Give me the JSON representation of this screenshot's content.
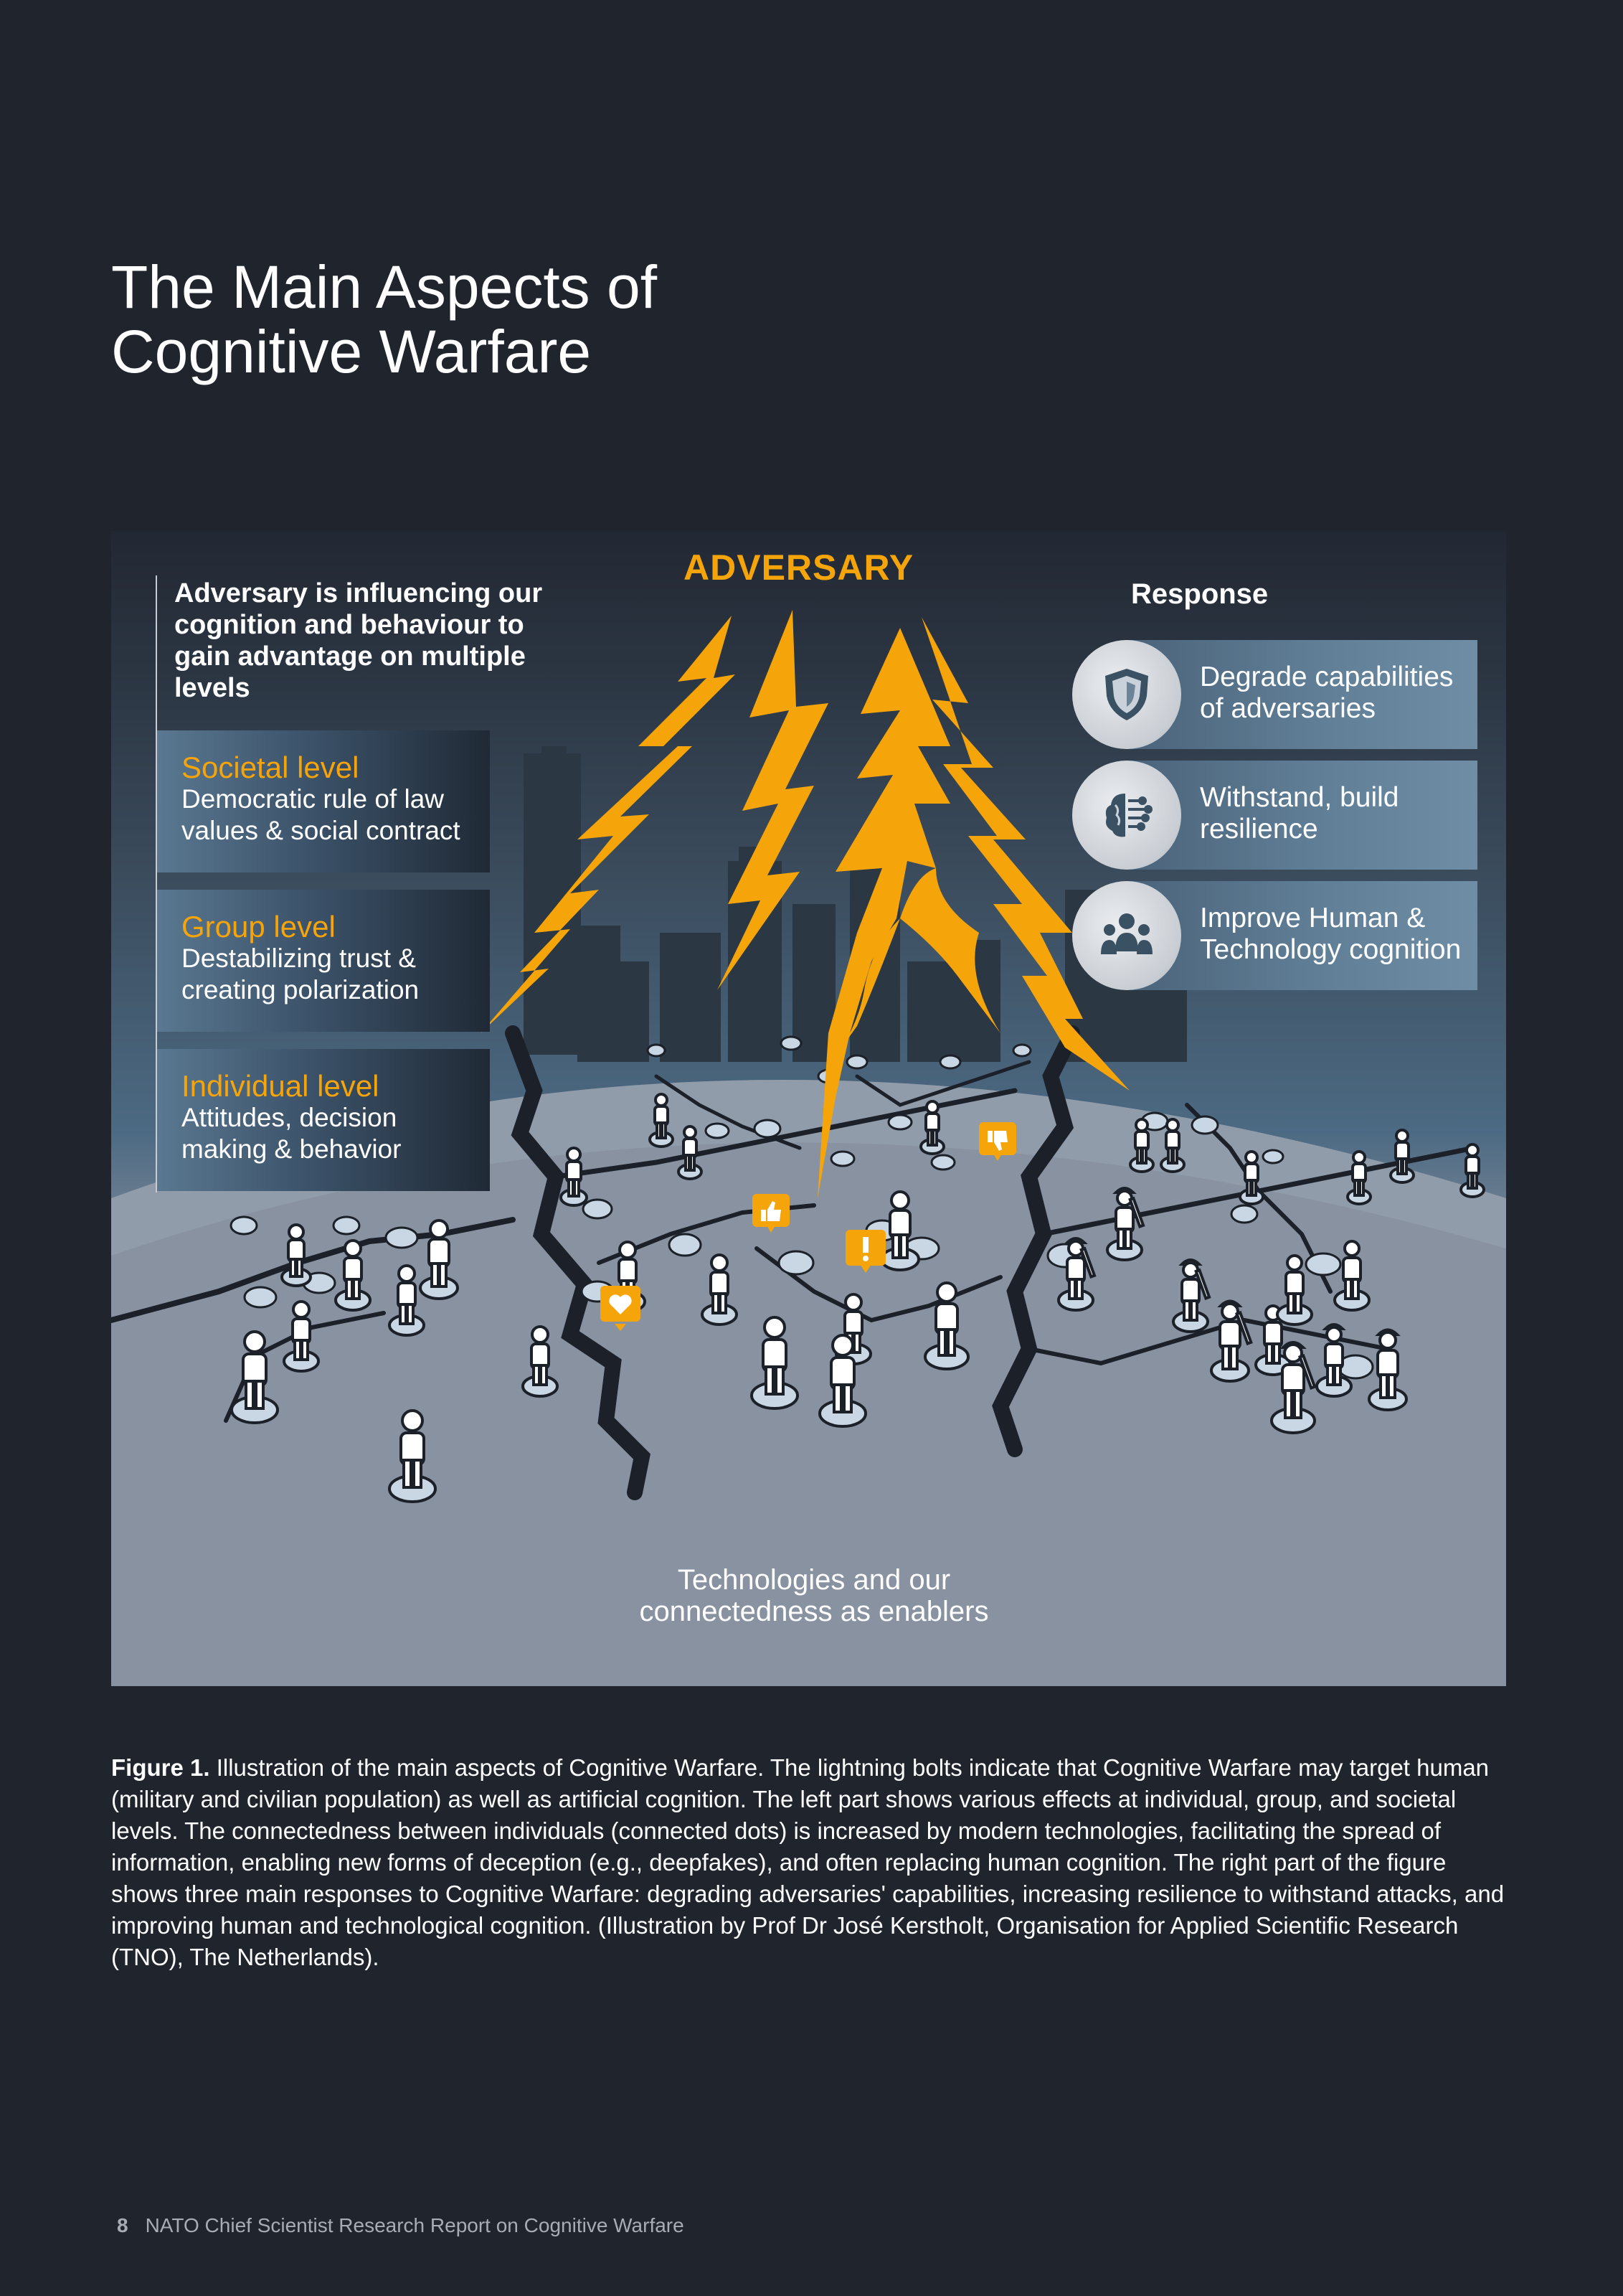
{
  "page": {
    "title": "The Main Aspects of\nCognitive Warfare"
  },
  "figure": {
    "adversary_label": "ADVERSARY",
    "intro_text": "Adversary is influencing our cognition and behaviour to gain advantage on multiple levels",
    "levels": [
      {
        "title": "Societal level",
        "description": "Democratic rule of law\nvalues & social contract"
      },
      {
        "title": "Group level",
        "description": "Destabilizing trust &\ncreating polarization"
      },
      {
        "title": "Individual level",
        "description": "Attitudes, decision\nmaking & behavior"
      }
    ],
    "response_heading": "Response",
    "responses": [
      {
        "icon": "shield-icon",
        "label": "Degrade capabilities\nof adversaries"
      },
      {
        "icon": "brain-circuit-icon",
        "label": "Withstand, build\nresilience"
      },
      {
        "icon": "people-group-icon",
        "label": "Improve Human &\nTechnology cognition"
      }
    ],
    "enablers_label": "Technologies and our\nconnectedness as enablers",
    "colors": {
      "accent_orange": "#f5a40a",
      "background": "#1f242d"
    }
  },
  "caption": {
    "label": "Figure 1.",
    "text": " Illustration of the main aspects of Cognitive Warfare. The lightning bolts indicate that Cognitive Warfare may target human (military and civilian population) as well as artificial cognition. The left part shows various effects at individual, group, and societal levels. The connectedness between individuals (connected dots) is increased by modern technologies, facilitating the spread of information, enabling new forms of deception (e.g., deepfakes), and often replacing human cognition. The right part of the figure shows three main responses to Cognitive Warfare: degrading adversaries' capabilities, increasing resilience to withstand attacks, and improving human and technological cognition. (Illustration by Prof Dr José Kerstholt, Organisation for Applied Scientific Research (TNO), The Netherlands)."
  },
  "footer": {
    "page_number": "8",
    "report_title": "NATO Chief Scientist Research Report on Cognitive Warfare"
  }
}
